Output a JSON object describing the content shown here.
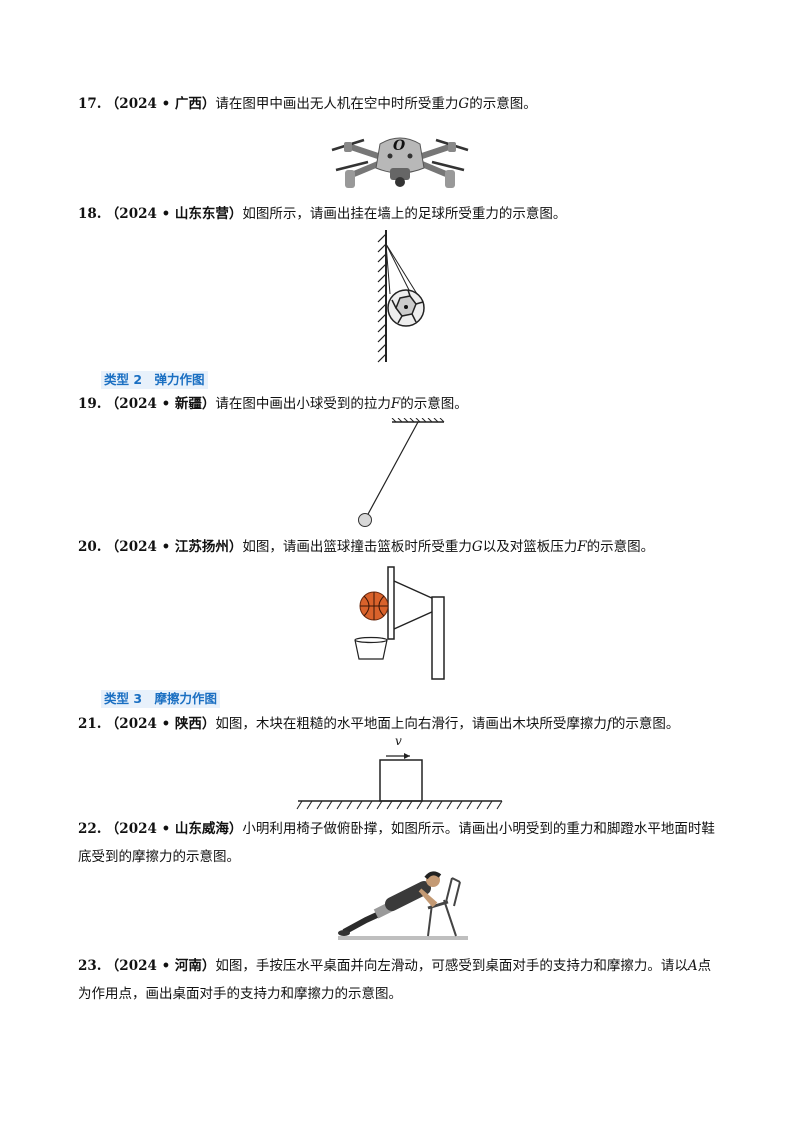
{
  "q17": {
    "num": "17.",
    "src": "（2024 • 广西）",
    "text_a": "请在图甲中画出无人机在空中时所受重力",
    "sym": "G",
    "text_b": "的示意图。",
    "drone_letter": "O"
  },
  "q18": {
    "num": "18.",
    "src": "（2024 • 山东东营）",
    "text": "如图所示，请画出挂在墙上的足球所受重力的示意图。"
  },
  "type2": "类型 2　弹力作图",
  "q19": {
    "num": "19.",
    "src": "（2024 • 新疆）",
    "text_a": "请在图中画出小球受到的拉力",
    "sym": "F",
    "text_b": "的示意图。"
  },
  "q20": {
    "num": "20.",
    "src": "（2024 • 江苏扬州）",
    "text_a": "如图，请画出篮球撞击篮板时所受重力",
    "sym1": "G",
    "text_b": "以及对篮板压力",
    "sym2": "F",
    "text_c": "的示意图。"
  },
  "type3": "类型 3　摩擦力作图",
  "q21": {
    "num": "21.",
    "src": "（2024 • 陕西）",
    "text_a": "如图，木块在粗糙的水平地面上向右滑行，请画出木块所受摩擦力",
    "sym": "f",
    "text_b": "的示意图。",
    "v_label": "v"
  },
  "q22": {
    "num": "22.",
    "src": "（2024 • 山东威海）",
    "text_a": "小明利用椅子做俯卧撑，如图所示。请画出小明受到的重力和脚蹬水平地面时鞋",
    "text_b": "底受到的摩擦力的示意图。"
  },
  "q23": {
    "num": "23.",
    "src": "（2024 • 河南）",
    "text_a": "如图，手按压水平桌面并向左滑动，可感受到桌面对手的支持力和摩擦力。请以",
    "sym": "A",
    "text_b": "点",
    "text_c": "为作用点，画出桌面对手的支持力和摩擦力的示意图。"
  }
}
